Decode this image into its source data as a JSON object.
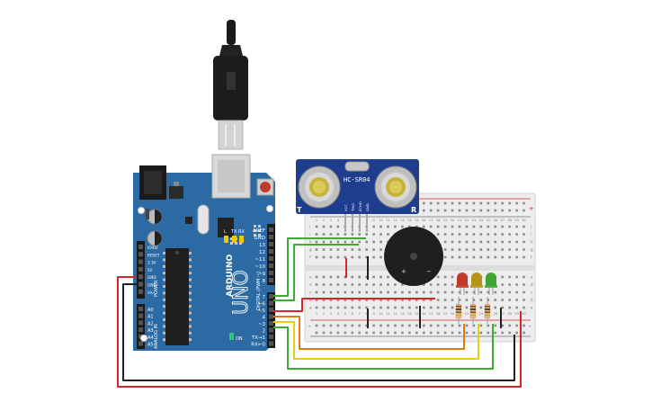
{
  "arduino": {
    "brand": "ARDUINO",
    "model": "UNO",
    "header_digital": "DIGITAL (PWM ~)",
    "header_power": "POWER",
    "header_analog": "ANALOG IN",
    "top_pins": [
      "AREF",
      "GND",
      "13",
      "12",
      "~11",
      "~10",
      "~9",
      "8"
    ],
    "bottom_pins": [
      "7",
      "~6",
      "~5",
      "4",
      "~3",
      "2",
      "TX→1",
      "RX←0"
    ],
    "power_pins": [
      "IOREF",
      "RESET",
      "3.3V",
      "5V",
      "GND",
      "GND",
      "Vin"
    ],
    "analog_pins": [
      "A0",
      "A1",
      "A2",
      "A3",
      "A4",
      "A5"
    ],
    "leds": [
      "L",
      "TX",
      "RX",
      "ON"
    ],
    "board_color": "#2b6aa3"
  },
  "sensor": {
    "label": "HC-SR04",
    "pins": [
      "VCC",
      "TRIG",
      "ECHO",
      "GND"
    ],
    "side_left": "T",
    "side_right": "R"
  },
  "breadboard": {
    "columns": [
      "1",
      "2",
      "3",
      "4",
      "5",
      "6",
      "7",
      "8",
      "9",
      "10",
      "11",
      "12",
      "13",
      "14",
      "15",
      "16",
      "17",
      "18",
      "19",
      "20",
      "21",
      "22",
      "23",
      "24",
      "25",
      "26",
      "27",
      "28",
      "29",
      "30"
    ],
    "rows_top": [
      "j",
      "i",
      "h",
      "g",
      "f"
    ],
    "rows_bottom": [
      "e",
      "d",
      "c",
      "b",
      "a"
    ],
    "plus": "+",
    "minus": "-"
  },
  "buzzer": {
    "plus": "+",
    "minus": "−"
  },
  "leds": [
    {
      "name": "red",
      "color": "#c0392b"
    },
    {
      "name": "yellow",
      "color": "#b3931a"
    },
    {
      "name": "green",
      "color": "#3da635"
    }
  ],
  "wire_colors": {
    "red": "#d42727",
    "black": "#222222",
    "green": "#3aab35",
    "yellow": "#e6cf12",
    "orange": "#e07a12"
  }
}
